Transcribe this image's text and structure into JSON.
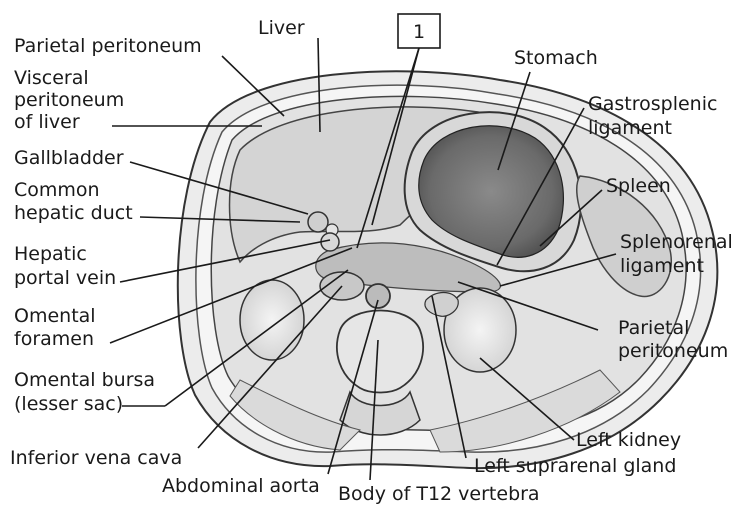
{
  "callout_number": "1",
  "labels": {
    "parietal_peritoneum_top": "Parietal peritoneum",
    "visceral_1": "Visceral",
    "visceral_2": "peritoneum",
    "visceral_3": "of liver",
    "gallbladder": "Gallbladder",
    "common_hepatic_1": "Common",
    "common_hepatic_2": "hepatic duct",
    "hepatic_portal_1": "Hepatic",
    "hepatic_portal_2": "portal vein",
    "omental_foramen_1": "Omental",
    "omental_foramen_2": "foramen",
    "omental_bursa_1": "Omental bursa",
    "omental_bursa_2": "(lesser sac)",
    "ivc": "Inferior vena cava",
    "aorta": "Abdominal aorta",
    "t12": "Body of T12 vertebra",
    "liver": "Liver",
    "stomach": "Stomach",
    "gastrosplenic_1": "Gastrosplenic",
    "gastrosplenic_2": "ligament",
    "spleen": "Spleen",
    "splenorenal_1": "Splenorenal",
    "splenorenal_2": "ligament",
    "parietal_right_1": "Parietal",
    "parietal_right_2": "peritoneum",
    "left_kidney": "Left kidney",
    "left_suprarenal": "Left suprarenal gland"
  }
}
